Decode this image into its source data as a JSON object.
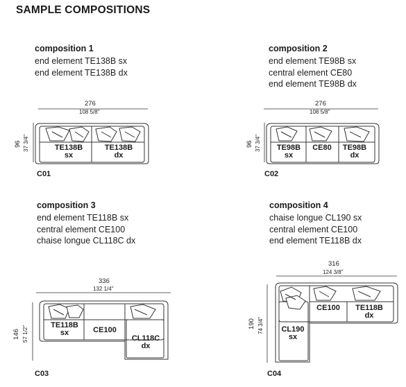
{
  "page": {
    "title": "SAMPLE COMPOSITIONS"
  },
  "compositions": [
    {
      "heading": "composition 1",
      "lines": [
        "end element TE138B sx",
        "end element TE138B dx"
      ],
      "code": "C01",
      "width_cm": "276",
      "width_in": "108 5/8\"",
      "depth_cm": "96",
      "depth_in": "37 3/4\"",
      "modules": [
        [
          "TE138B",
          "sx"
        ],
        [
          "TE138B",
          "dx"
        ]
      ]
    },
    {
      "heading": "composition 2",
      "lines": [
        "end element TE98B sx",
        "central element CE80",
        "end element TE98B dx"
      ],
      "code": "C02",
      "width_cm": "276",
      "width_in": "108 5/8\"",
      "depth_cm": "96",
      "depth_in": "37 3/4\"",
      "modules": [
        [
          "TE98B",
          "sx"
        ],
        [
          "CE80",
          ""
        ],
        [
          "TE98B",
          "dx"
        ]
      ]
    },
    {
      "heading": "composition 3",
      "lines": [
        "end element TE118B sx",
        "central element CE100",
        "chaise longue CL118C dx"
      ],
      "code": "C03",
      "width_cm": "336",
      "width_in": "132 1/4\"",
      "depth_cm": "146",
      "depth_in": "57 1/2\"",
      "modules": [
        [
          "TE118B",
          "sx"
        ],
        [
          "CE100",
          ""
        ],
        [
          "CL118C",
          "dx"
        ]
      ]
    },
    {
      "heading": "composition 4",
      "lines": [
        "chaise longue CL190 sx",
        "central element CE100",
        "end element TE118B dx"
      ],
      "code": "C04",
      "width_cm": "316",
      "width_in": "124 3/8\"",
      "depth_cm": "190",
      "depth_in": "74 3/4\"",
      "modules": [
        [
          "CL190",
          "sx"
        ],
        [
          "CE100",
          ""
        ],
        [
          "TE118B",
          "dx"
        ]
      ]
    }
  ]
}
